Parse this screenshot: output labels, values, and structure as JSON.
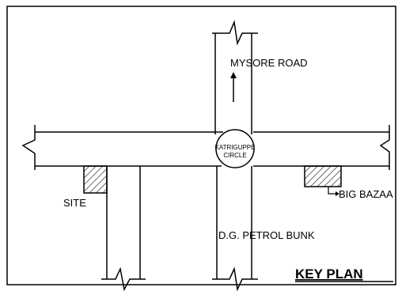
{
  "map": {
    "labels": {
      "mysore_road": "MYSORE ROAD",
      "circle_line1": "KATRIGUPPE",
      "circle_line2": "CIRCLE",
      "site": "SITE",
      "big_bazaar": "BIG BAZAA",
      "petrol_bunk": "D.G. PETROL BUNK",
      "key_plan": "KEY PLAN"
    },
    "icons": {
      "north_arrow": "arrow-up-icon",
      "pointer": "arrow-right-icon",
      "site_marker": "hatched-plot",
      "bazaar_marker": "hatched-plot"
    },
    "colors": {
      "line": "#000000",
      "background": "#ffffff"
    }
  }
}
